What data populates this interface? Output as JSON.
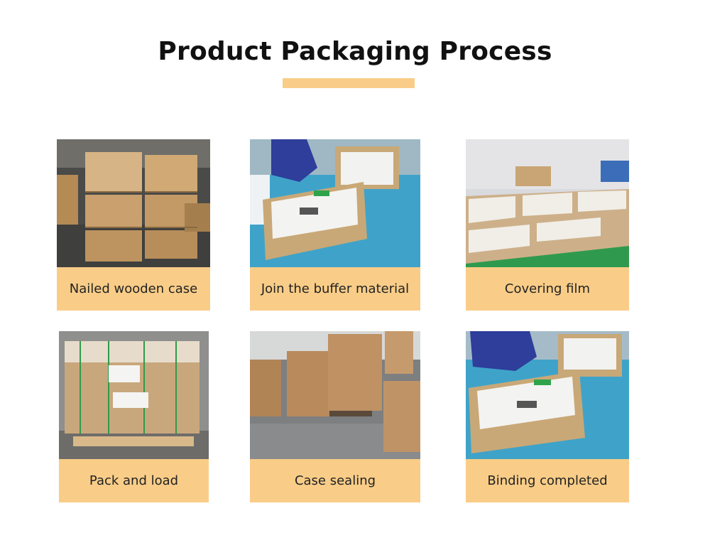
{
  "header": {
    "title": "Product Packaging Process",
    "accent_color": "#f9cd88"
  },
  "steps": [
    {
      "label": "Nailed wooden case",
      "image": "stacked-wooden-crates-photo"
    },
    {
      "label": "Join the buffer material",
      "image": "worker-placing-buffer-photo"
    },
    {
      "label": "Covering film",
      "image": "rows-of-crates-photo"
    },
    {
      "label": "Pack and load",
      "image": "wrapped-pallet-photo"
    },
    {
      "label": "Case sealing",
      "image": "sealed-cartons-photo"
    },
    {
      "label": "Binding completed",
      "image": "bound-crate-photo"
    }
  ]
}
